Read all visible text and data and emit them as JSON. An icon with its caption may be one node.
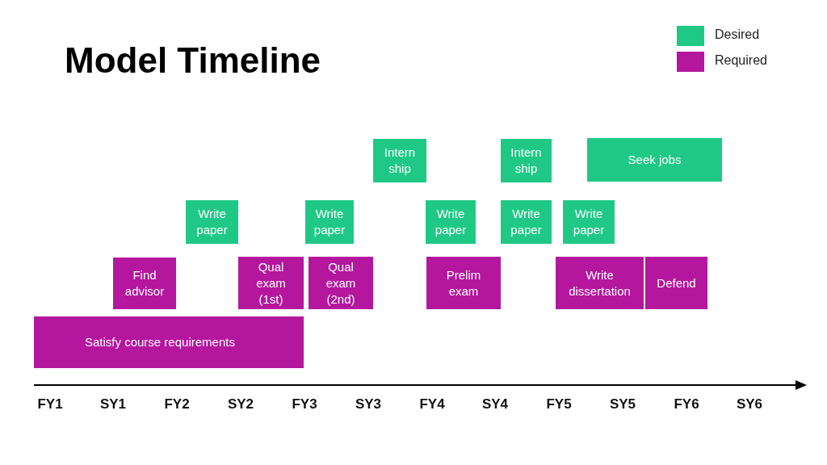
{
  "diagram": {
    "title": "Model Timeline",
    "nodes": [
      {
        "text": [
          "Intern ship"
        ]
      },
      {
        "text": [
          "Intern ship"
        ]
      },
      {
        "text": [
          "Seek jobs"
        ]
      },
      {
        "text": [
          "Write paper"
        ]
      },
      {
        "text": [
          "Write paper"
        ]
      },
      {
        "text": [
          "Write paper"
        ]
      },
      {
        "text": [
          "Write paper"
        ]
      },
      {
        "text": [
          "Write paper"
        ]
      },
      {
        "text": [
          "Find advisor"
        ]
      },
      {
        "text": [
          "Qual exam (1st)"
        ]
      },
      {
        "text": [
          "Qual exam (2nd)"
        ]
      },
      {
        "text": [
          "Prelim exam"
        ]
      },
      {
        "text": [
          "Write dissertation"
        ]
      },
      {
        "text": [
          "Defend"
        ]
      },
      {
        "text": [
          "Satisfy course requirements"
        ]
      }
    ],
    "edges": [],
    "labels": [
      "FY1",
      "SY1",
      "FY2",
      "SY2",
      "FY3",
      "SY3",
      "FY4",
      "SY4",
      "FY5",
      "SY5",
      "FY6",
      "SY6"
    ],
    "legend": [
      {
        "text": "Desired",
        "color": "#1fc985"
      },
      {
        "text": "Required",
        "color": "#b4169e"
      }
    ]
  }
}
